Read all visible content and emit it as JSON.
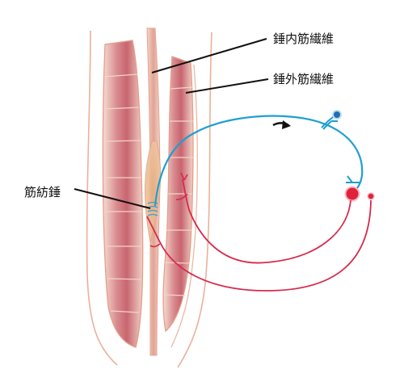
{
  "labels": {
    "intrafusal": "錘内筋繊維",
    "extrafusal": "錘外筋繊維",
    "spindle": "筋紡錘"
  },
  "colors": {
    "muscle_outline": "#e8a98d",
    "muscle_fill": "#f1c4b6",
    "muscle_band": "#c9707a",
    "sensory_nerve": "#1f9ed1",
    "motor_nerve": "#d62a4c",
    "arrow": "#111111"
  }
}
